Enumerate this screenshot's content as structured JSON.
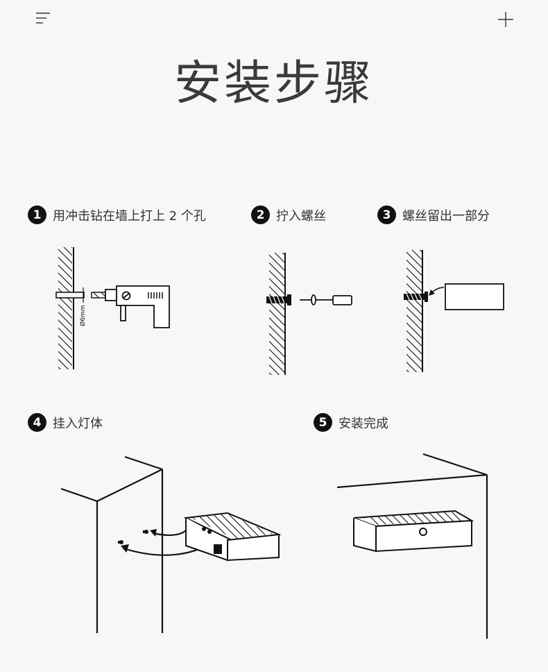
{
  "title": "安装步骤",
  "icons": {
    "menu": "menu-icon",
    "add": "plus-icon"
  },
  "steps": [
    {
      "number": "1",
      "label": "用冲击钻在墙上打上 2 个孔",
      "annotation": "Ø6mm"
    },
    {
      "number": "2",
      "label": "拧入螺丝"
    },
    {
      "number": "3",
      "label": "螺丝留出一部分"
    },
    {
      "number": "4",
      "label": "挂入灯体"
    },
    {
      "number": "5",
      "label": "安装完成"
    }
  ]
}
